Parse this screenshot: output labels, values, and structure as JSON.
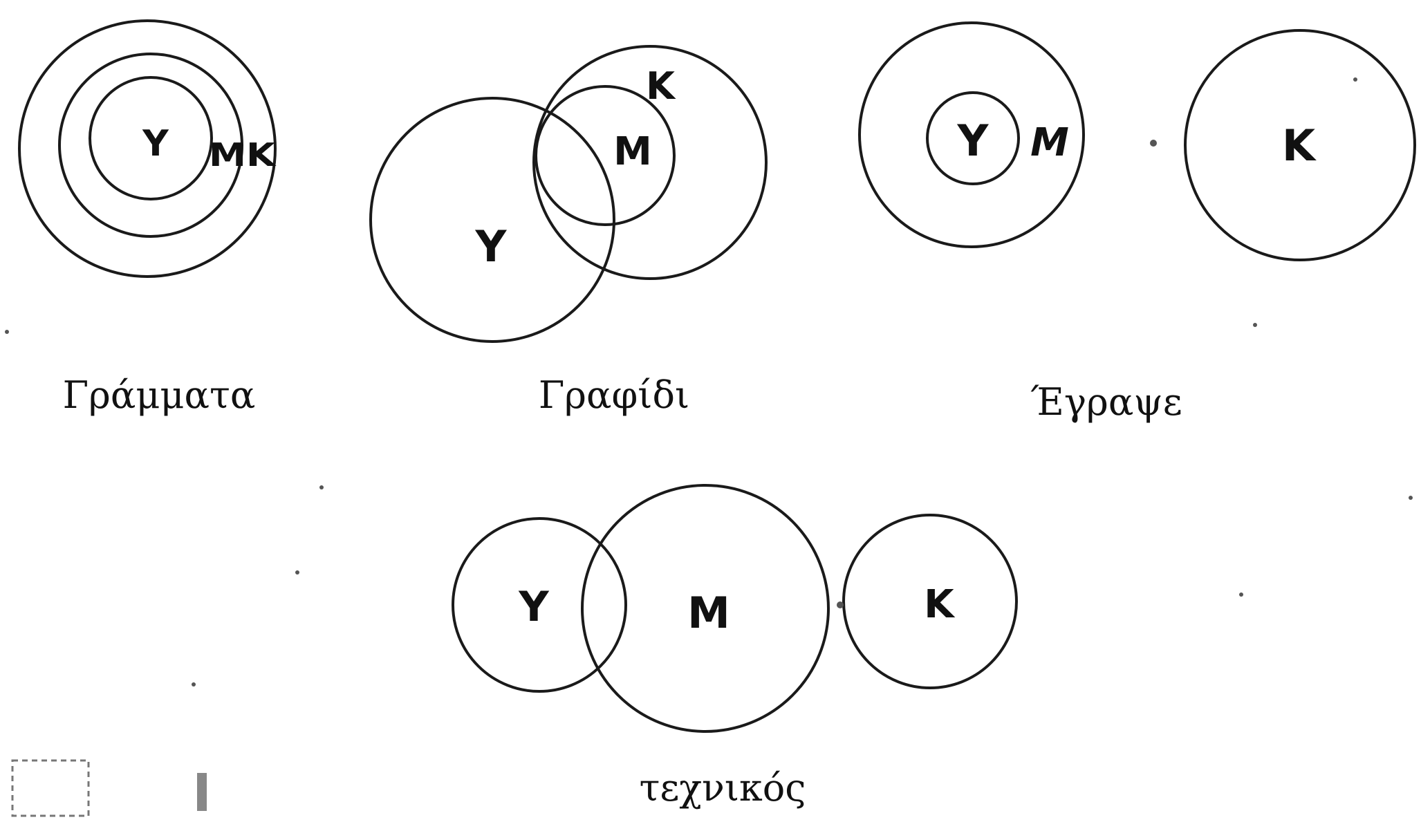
{
  "colors": {
    "ink": "#1a1a1a",
    "paper": "#ffffff"
  },
  "panels": [
    {
      "caption": "Γράμματα",
      "letters": [
        "Y",
        "MK"
      ]
    },
    {
      "caption": "Γραφίδι",
      "letters": [
        "K",
        "M",
        "Y"
      ]
    },
    {
      "caption": "Έγραψε",
      "letters": [
        "Y",
        "M",
        "K"
      ]
    },
    {
      "caption": "τεχνικός",
      "letters": [
        "Y",
        "M",
        "K"
      ]
    }
  ]
}
